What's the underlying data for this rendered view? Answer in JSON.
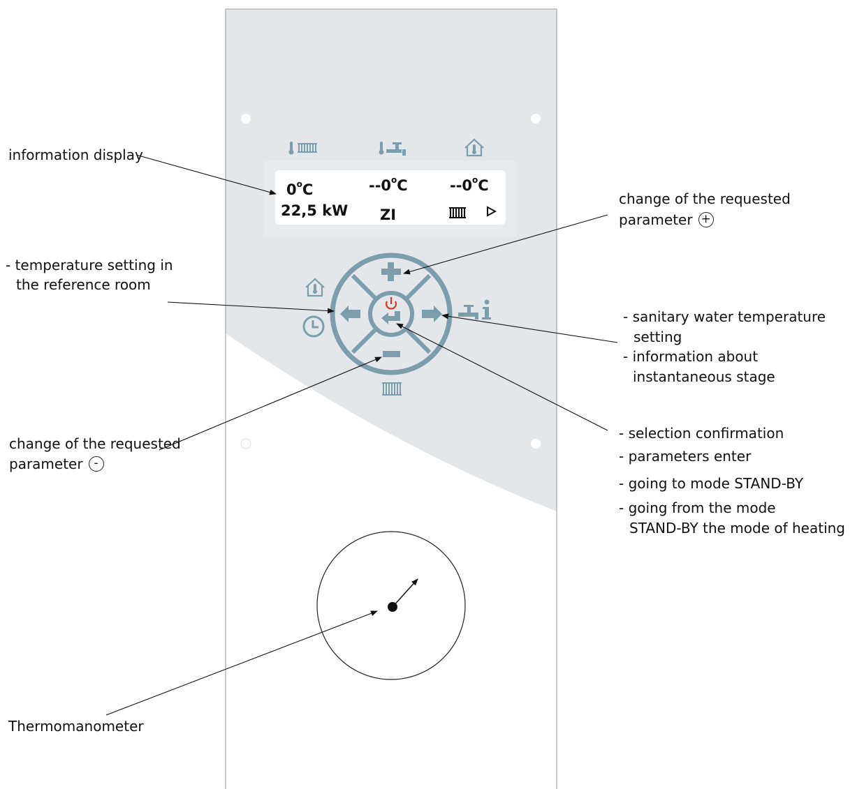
{
  "display": {
    "cells": [
      "0",
      "--0",
      "--0",
      "22,5 kW",
      "ZI"
    ],
    "degree_unit": "C"
  },
  "labels": {
    "information_display": "information display",
    "change_plus_line1": "change of the requested",
    "change_plus_line2": "parameter",
    "plus_symbol": "+",
    "temp_reference_line1": "- temperature setting in",
    "temp_reference_line2": "the reference room",
    "sanitary_line1": "- sanitary water temperature",
    "sanitary_line2": "setting",
    "info_stage_line1": "- information about",
    "info_stage_line2": "instantaneous stage",
    "change_minus_line1": "change of the requested",
    "change_minus_line2": "parameter",
    "minus_symbol": "-",
    "confirm_lines": [
      "- selection confirmation",
      "- parameters enter",
      "- going to mode STAND-BY",
      "- going from the mode",
      "STAND-BY the mode of heating"
    ],
    "thermomanometer": "Thermomanometer"
  },
  "colors": {
    "panel_tint": "#e3e7ea",
    "control_blue": "#7b9eaa",
    "power_red": "#e0302f"
  },
  "icons": [
    "radiator-thermometer-icon",
    "tap-thermometer-icon",
    "house-thermometer-icon",
    "house-thermometer-icon",
    "clock-icon",
    "tap-icon",
    "info-icon",
    "radiator-icon",
    "plus-icon",
    "minus-icon",
    "arrow-left-icon",
    "arrow-right-icon",
    "power-icon",
    "enter-icon"
  ]
}
